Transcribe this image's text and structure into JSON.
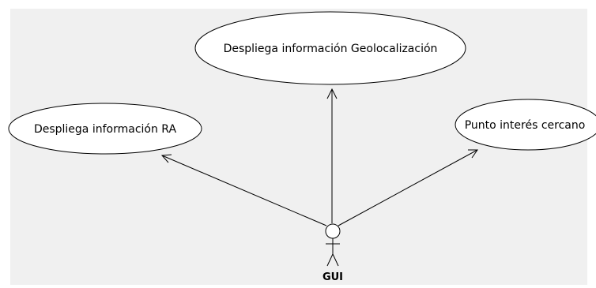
{
  "diagram": {
    "background_color": "#f0f0f0",
    "line_color": "#000000",
    "fill_color": "#ffffff",
    "actor": {
      "label": "GUI"
    },
    "use_cases": [
      {
        "id": "geo",
        "label": "Despliega información Geolocalización"
      },
      {
        "id": "ra",
        "label": "Despliega información RA"
      },
      {
        "id": "poi",
        "label": "Punto interés cercano"
      }
    ]
  }
}
